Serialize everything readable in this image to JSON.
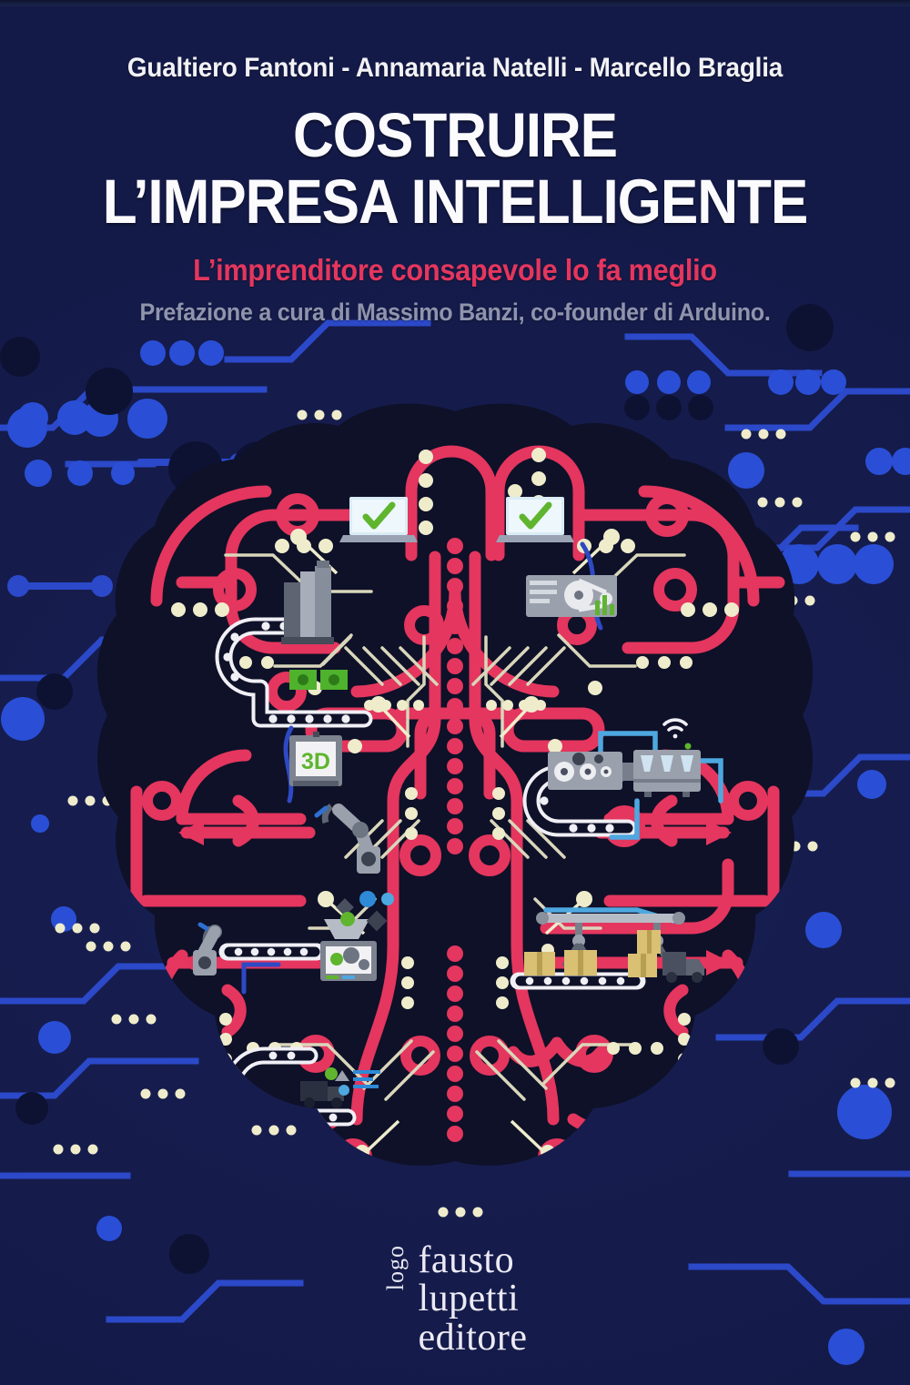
{
  "cover": {
    "authors": "Gualtiero Fantoni - Annamaria Natelli - Marcello Braglia",
    "title_line_1": "COSTRUIRE",
    "title_line_2": "L’IMPRESA INTELLIGENTE",
    "subtitle": "L’imprenditore consapevole lo fa meglio",
    "preface_credit": "Prefazione a cura di Massimo Banzi, co-founder di Arduino.",
    "colors": {
      "background_navy": "#151c4b",
      "background_navy_light": "#1d2660",
      "circuit_blue": "#2b49c9",
      "dot_blue": "#2a4fd6",
      "dark_navy_dot": "#0d1233",
      "brain_fill": "#0e1128",
      "brain_trace_pink": "#e4365e",
      "trace_cream": "#efeccc",
      "title_white": "#fbfbfe",
      "subtitle_crimson": "#e4365e",
      "preface_gray": "#8f94ad",
      "accent_green": "#5fb52e",
      "accent_cyan": "#4ea8e0",
      "machine_gray": "#8f949e",
      "box_tan": "#d9c073"
    }
  },
  "publisher": {
    "logo_word": "logo",
    "name_lines": [
      "fausto",
      "lupetti",
      "editore"
    ]
  },
  "illustration": {
    "subject": "brain-circuit-board",
    "icons": [
      {
        "name": "laptop-checkmark-icon",
        "label": "✓",
        "side": "left"
      },
      {
        "name": "laptop-checkmark-icon",
        "label": "✓",
        "side": "right"
      },
      {
        "name": "factory-silo-icon",
        "side": "left"
      },
      {
        "name": "engine-belt-machine-icon",
        "side": "right"
      },
      {
        "name": "banknote-money-icon",
        "side": "left"
      },
      {
        "name": "3d-printer-icon",
        "label": "3D",
        "side": "left"
      },
      {
        "name": "robot-arm-icon",
        "side": "left"
      },
      {
        "name": "gear-machine-icon",
        "side": "right"
      },
      {
        "name": "cnc-machine-icon",
        "side": "right"
      },
      {
        "name": "wifi-icon",
        "side": "right"
      },
      {
        "name": "conveyor-belt-icon",
        "side": "both"
      },
      {
        "name": "crane-gripper-icon",
        "side": "right"
      },
      {
        "name": "cardboard-box-icon",
        "side": "right"
      },
      {
        "name": "delivery-truck-icon",
        "side": "right"
      },
      {
        "name": "forklift-icon",
        "side": "left"
      },
      {
        "name": "hopper-mixer-icon",
        "side": "left"
      }
    ]
  }
}
